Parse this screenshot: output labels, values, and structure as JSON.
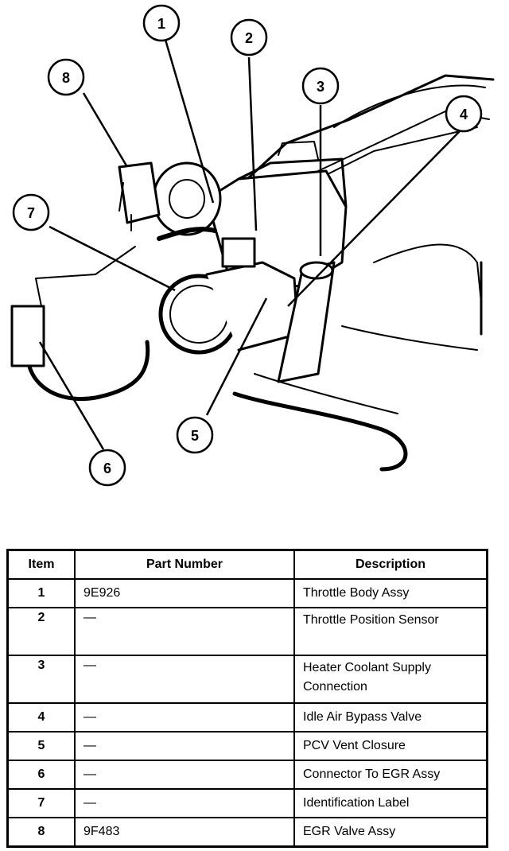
{
  "diagram": {
    "callouts": [
      "1",
      "2",
      "3",
      "4",
      "5",
      "6",
      "7",
      "8"
    ]
  },
  "table": {
    "headers": {
      "item": "Item",
      "part_number": "Part Number",
      "description": "Description"
    },
    "rows": [
      {
        "item": "1",
        "part_number": "9E926",
        "description": "Throttle Body Assy"
      },
      {
        "item": "2",
        "part_number": "—",
        "description": "Throttle Position Sensor"
      },
      {
        "item": "3",
        "part_number": "—",
        "description": "Heater Coolant Supply Connection"
      },
      {
        "item": "4",
        "part_number": "—",
        "description": "Idle Air Bypass Valve"
      },
      {
        "item": "5",
        "part_number": "—",
        "description": "PCV Vent Closure"
      },
      {
        "item": "6",
        "part_number": "—",
        "description": "Connector To EGR Assy"
      },
      {
        "item": "7",
        "part_number": "—",
        "description": "Identification Label"
      },
      {
        "item": "8",
        "part_number": "9F483",
        "description": "EGR Valve Assy"
      }
    ]
  }
}
